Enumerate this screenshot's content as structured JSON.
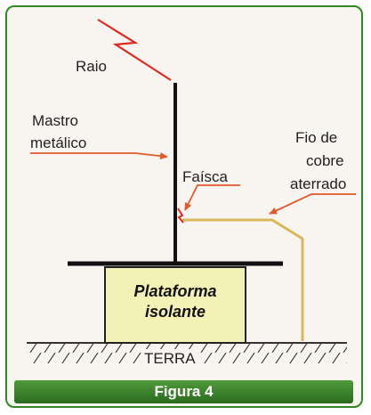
{
  "labels": {
    "raio": "Raio",
    "mastro_line1": "Mastro",
    "mastro_line2": "metálico",
    "fio_line1": "Fio de",
    "fio_line2": "cobre",
    "fio_line3": "aterrado",
    "faisca": "Faísca",
    "plataforma_line1": "Plataforma",
    "plataforma_line2": "isolante",
    "terra": "TERRA"
  },
  "caption": "Figura 4",
  "colors": {
    "frame_border": "#2f8a1f",
    "panel_bg": "#f8f5f1",
    "arrow": "#e05a2a",
    "lightning": "#e0281e",
    "mast": "#111111",
    "copper_wire": "#d8b85a",
    "platform_fill": "#f4f1b6",
    "caption_bg": "#2f7a24"
  }
}
